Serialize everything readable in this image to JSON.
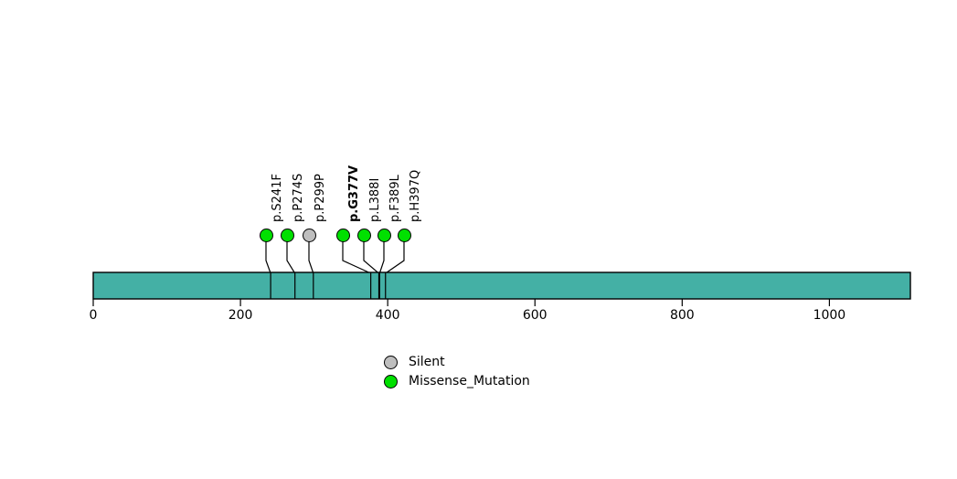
{
  "chart_data": {
    "type": "lollipop",
    "title": "",
    "xlabel": "",
    "ylabel": "",
    "protein_length": 1110,
    "domain_track": {
      "name": "protein-backbone",
      "start": 0,
      "end": 1110,
      "color": "#44B0A5"
    },
    "axis": {
      "xlim": [
        0,
        1110
      ],
      "ticks": [
        0,
        200,
        400,
        600,
        800,
        1000
      ],
      "tick_labels": [
        "0",
        "200",
        "400",
        "600",
        "800",
        "1000"
      ],
      "grid": false
    },
    "legend": {
      "position": "bottom-center",
      "entries": [
        {
          "label": "Silent",
          "color": "#BEBEBE"
        },
        {
          "label": "Missense_Mutation",
          "color": "#00E000"
        }
      ]
    },
    "mutations": [
      {
        "label": "p.S241F",
        "position": 241,
        "type": "Missense_Mutation",
        "color": "#00E000",
        "bold": false,
        "dot_x": 291,
        "foot_x": 292
      },
      {
        "label": "p.P274S",
        "position": 274,
        "type": "Missense_Mutation",
        "color": "#00E000",
        "bold": false,
        "dot_x": 314,
        "foot_x": 317
      },
      {
        "label": "p.P299P",
        "position": 299,
        "type": "Silent",
        "color": "#BEBEBE",
        "bold": false,
        "dot_x": 338,
        "foot_x": 343
      },
      {
        "label": "p.G377V",
        "position": 377,
        "type": "Missense_Mutation",
        "color": "#00E000",
        "bold": true,
        "dot_x": 375,
        "foot_x": 405
      },
      {
        "label": "p.L388I",
        "position": 388,
        "type": "Missense_Mutation",
        "color": "#00E000",
        "bold": false,
        "dot_x": 398,
        "foot_x": 414
      },
      {
        "label": "p.F389L",
        "position": 389,
        "type": "Missense_Mutation",
        "color": "#00E000",
        "bold": false,
        "dot_x": 420,
        "foot_x": 415
      },
      {
        "label": "p.H397Q",
        "position": 397,
        "type": "Missense_Mutation",
        "color": "#00E000",
        "bold": false,
        "dot_x": 442,
        "foot_x": 422
      }
    ]
  }
}
